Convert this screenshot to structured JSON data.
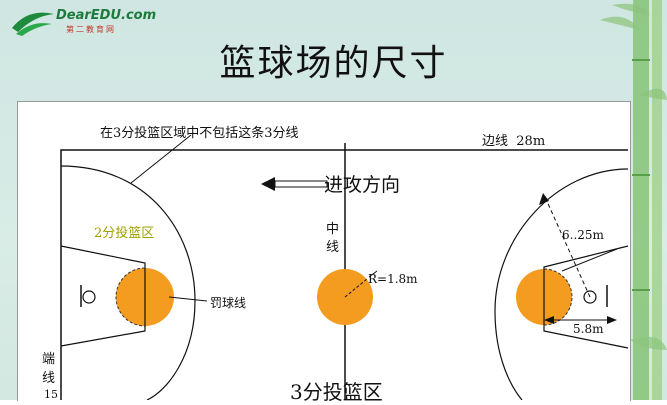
{
  "slide": {
    "logo_brand": "DearEDU.com",
    "logo_sub": "第二教育网",
    "title": "篮球场的尺寸"
  },
  "diagram": {
    "note_3pt_line": "在3分投篮区域中不包括这条3分线",
    "sideline_label": "边线",
    "sideline_value": "28m",
    "attack_direction": "进攻方向",
    "center_line_label_1": "中",
    "center_line_label_2": "线",
    "two_point_area": "2分投篮区",
    "free_throw_line": "罚球线",
    "center_circle_radius": "R=1.8m",
    "three_point_radius": "6..25m",
    "free_throw_distance": "5.8m",
    "three_point_area": "3分投篮区",
    "endline_label_1": "端",
    "endline_label_2": "线",
    "endline_value_partial": "15"
  },
  "colors": {
    "circle_fill": "#f39c1f",
    "two_point_text": "#a0a000",
    "background": "#d3e8e1"
  }
}
